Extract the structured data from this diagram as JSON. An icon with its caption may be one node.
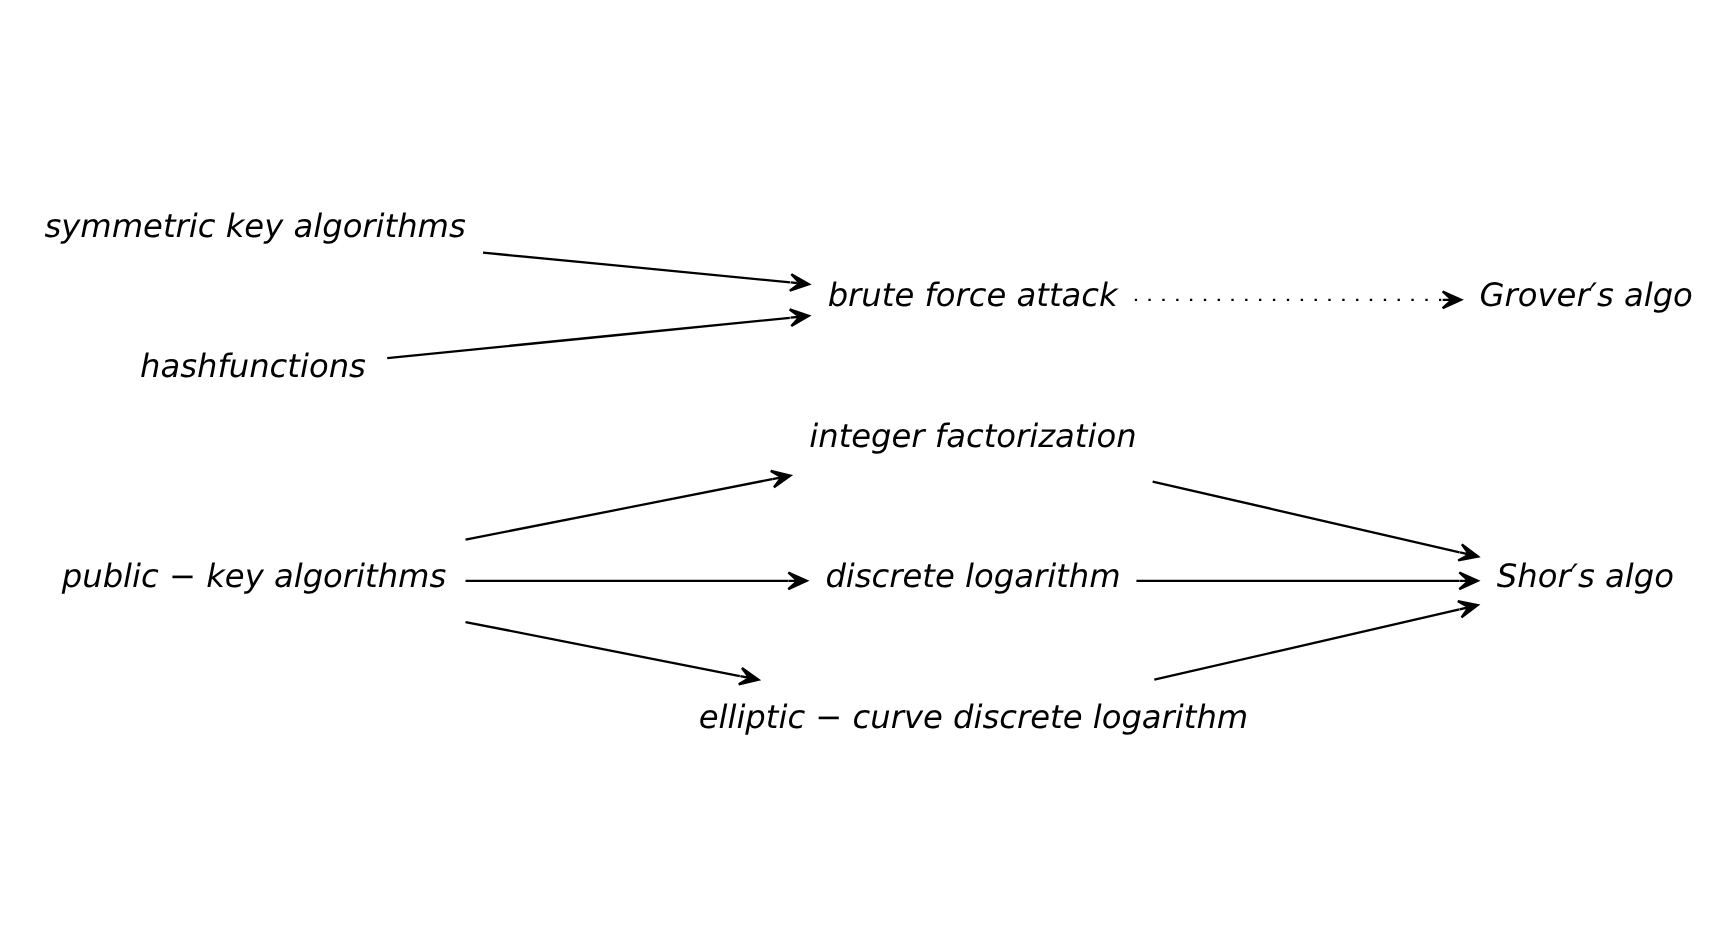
{
  "diagram": {
    "nodes": [
      {
        "text": [
          "public − key algorithms"
        ]
      },
      {
        "text": [
          "integer factorization"
        ]
      },
      {
        "text": [
          "discrete logarithm"
        ]
      },
      {
        "text": [
          "elliptic − curve discrete logarithm"
        ]
      },
      {
        "text": [
          "Shor′s algo"
        ]
      },
      {
        "text": [
          "symmetric key algorithms"
        ]
      },
      {
        "text": [
          "brute force attack"
        ]
      },
      {
        "text": [
          "Grover′s algo"
        ]
      },
      {
        "text": [
          "hashfunctions"
        ]
      }
    ],
    "edges": [
      {
        "from": 0,
        "to": 1,
        "arrow": "to"
      },
      {
        "from": 0,
        "to": 2,
        "arrow": "to"
      },
      {
        "from": 0,
        "to": 3,
        "arrow": "to"
      },
      {
        "from": 1,
        "to": 4,
        "arrow": "to"
      },
      {
        "from": 2,
        "to": 4,
        "arrow": "to"
      },
      {
        "from": 3,
        "to": 4,
        "arrow": "to"
      },
      {
        "from": 5,
        "to": 6,
        "arrow": "to"
      },
      {
        "from": 8,
        "to": 6,
        "arrow": "to"
      },
      {
        "from": 6,
        "to": 7,
        "arrow": "to",
        "style": "dashed"
      }
    ]
  }
}
